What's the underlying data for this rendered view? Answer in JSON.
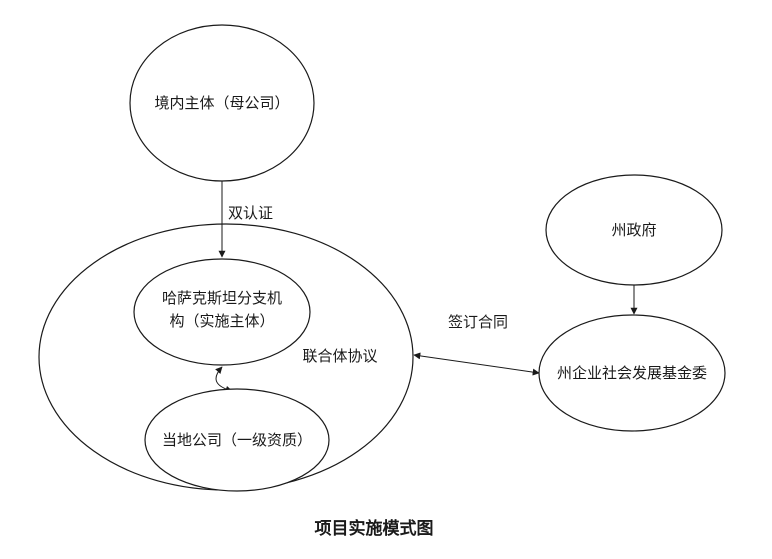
{
  "nodes": {
    "parent_company": "境内主体（母公司）",
    "kz_branch_line1": "哈萨克斯坦分支机",
    "kz_branch_line2": "构（实施主体）",
    "local_company": "当地公司（一级资质）",
    "state_government": "州政府",
    "state_fund_committee": "州企业社会发展基金委"
  },
  "edges": {
    "double_certification": "双认证",
    "sign_contract": "签订合同"
  },
  "group_label": "联合体协议",
  "caption": "项目实施模式图",
  "colors": {
    "stroke": "#1a1a1a",
    "background": "#ffffff"
  }
}
